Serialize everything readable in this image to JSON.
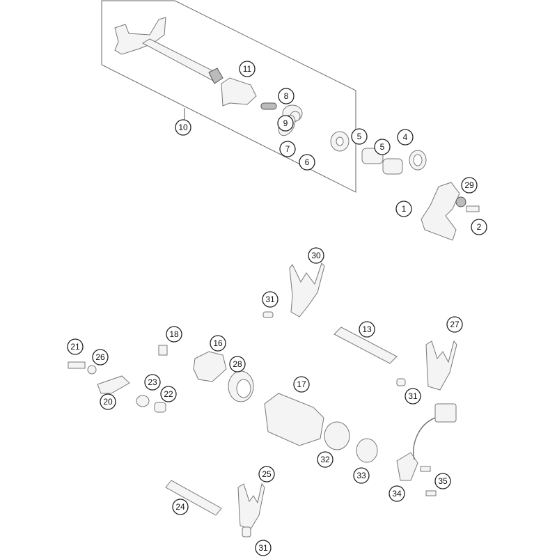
{
  "diagram": {
    "type": "exploded-parts-diagram",
    "callouts": [
      "11",
      "8",
      "9",
      "10",
      "7",
      "6",
      "5",
      "5",
      "4",
      "29",
      "1",
      "2",
      "30",
      "31",
      "13",
      "27",
      "18",
      "16",
      "21",
      "26",
      "28",
      "17",
      "23",
      "22",
      "20",
      "31",
      "32",
      "33",
      "35",
      "34",
      "25",
      "24",
      "31"
    ]
  }
}
